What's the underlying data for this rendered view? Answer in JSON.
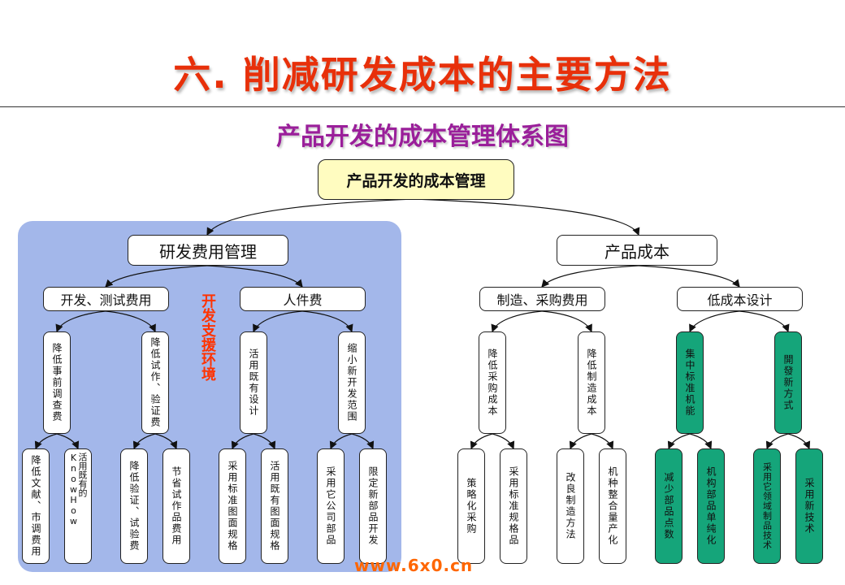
{
  "title": "六. 削减研发成本的主要方法",
  "subtitle": "产品开发的成本管理体系图",
  "root": "产品开发的成本管理",
  "l1": [
    "研发费用管理",
    "产品成本"
  ],
  "l2": [
    "开发、测试费用",
    "人件费",
    "制造、采购费用",
    "低成本设计"
  ],
  "side_label": "开发支援环境",
  "l3": [
    "降低事前调查费",
    "降低试作、验证费",
    "活用既有设计",
    "缩小新开发范围",
    "降低采购成本",
    "降低制造成本",
    "集中标准机能",
    "開發新方式"
  ],
  "l4": [
    "降低文献、市调费用",
    "活用既有的KnowHow",
    "降低验证、试验费",
    "节省试作品费用",
    "采用标准图面规格",
    "活用既有图面规格",
    "采用它公司部品",
    "限定新部品开发",
    "策略化采购",
    "采用标准规格品",
    "改良制造方法",
    "机种整合量产化",
    "减少部品点数",
    "机构部品单纯化",
    "采用它领域制品技术",
    "采用新技术"
  ],
  "watermark": "www.6x0.cn",
  "colors": {
    "title": "#e8300a",
    "subtitle": "#9a1f9a",
    "panel": "#a3b7ea",
    "root_fill": "#fffcc0",
    "green_fill": "#15a57a",
    "side_label": "#ff3300"
  }
}
